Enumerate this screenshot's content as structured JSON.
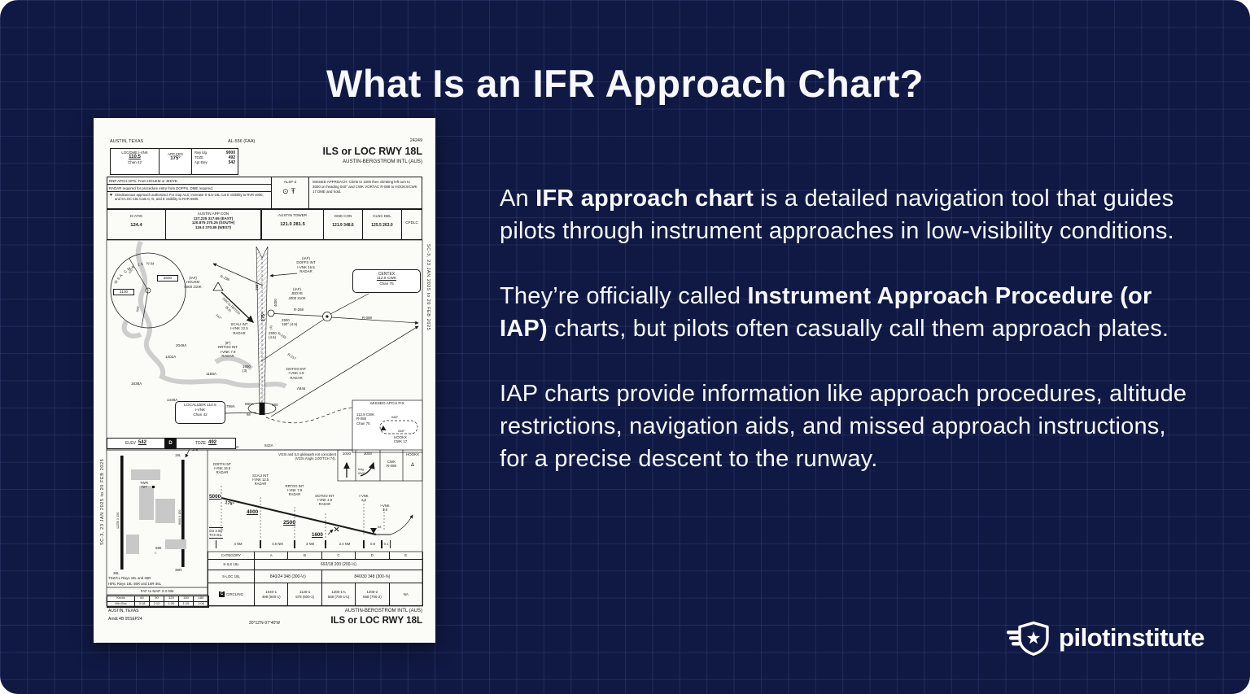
{
  "colors": {
    "bg": "#101943",
    "text": "#f7f8fc",
    "plate": "#fbfbf8",
    "ink": "#1b1b1b"
  },
  "title": "What Is an IFR Approach Chart?",
  "paragraphs": {
    "p1_pre": "An ",
    "p1_bold": "IFR approach chart",
    "p1_post": " is a detailed navigation tool that guides pilots through instrument approaches in low-visibility conditions.",
    "p2_pre": "They’re officially called ",
    "p2_bold": "Instrument Approach Procedure (or IAP)",
    "p2_post": " charts, but pilots often casually call them approach plates.",
    "p3": "IAP charts provide information like approach procedures, altitude restrictions, navigation aids, and missed approach instructions, for a precise descent to the runway."
  },
  "logo": {
    "text": "pilotinstitute"
  },
  "icons": {
    "inop_triangle": "▼",
    "alsf_circle": "⊙",
    "alsf_bar": "Ŧ",
    "up_arrow": "↑",
    "hold_triangle": "Δ",
    "star": "☆",
    "tower_square": "▪"
  },
  "plate": {
    "edge": {
      "left": "SC-3,  23 JAN 2025  to  20 FEB 2025",
      "right": "SC-3,  23 JAN 2025  to  20 FEB 2025"
    },
    "header": {
      "city": "AUSTIN, TEXAS",
      "chart_code": "AL-556 (FAA)",
      "serial": "24249",
      "loc_label": "LOC/DME I-VNK",
      "loc_freq": "110.5",
      "loc_chan": "Chan 42",
      "crs_label": "APP CRS",
      "crs_value": "175°",
      "rwy_ldg_label": "Rwy ldg",
      "rwy_ldg": "9000",
      "tdze_label": "TDZE",
      "tdze": "492",
      "apt_elev_label": "Apt Elev",
      "apt_elev": "542",
      "proc_title": "ILS or LOC RWY 18L",
      "airport": "AUSTIN-BERGSTROM INTL (AUS)"
    },
    "briefing": {
      "note1": "RNP APCH-GPS.  From HOUKM or JEDYE.",
      "note2": "RADAR required for procedure entry from DOFFS.  DME required.",
      "note3": "Simultaneous approach authorized.  For inop ALS, increase S-ILS-18L Cat E visibility to RVR 4000, and S-LOC-18L Cats C, D, and E visibility to RVR 5500.",
      "als": "ALSF-2",
      "missed": "MISSED APPROACH: Climb to 1000 then climbing left turn to 3000 on heading 040° and CWK VORTAC R-088 to HOOKX/CWK 17 DME and hold."
    },
    "comm": {
      "atis_label": "D-ATIS",
      "atis": "124.4",
      "app_label": "AUSTIN APP CON",
      "app1": "127.225  317.65 (EAST)",
      "app2": "120.875  270.25 (SOUTH)",
      "app3": "119.0  370.85 (WEST)",
      "twr_label": "AUSTIN TOWER",
      "twr": "121.0  281.5",
      "gnd_label": "GND CON",
      "gnd": "121.9  348.6",
      "clnc_label": "CLNC DEL",
      "clnc": "125.5  263.0",
      "cpdlc": "CPDLC"
    },
    "plan": {
      "msa_arc": "MSA  CWK  25  NM",
      "msa_1": "3100",
      "msa_2": "2600",
      "msa_b1": "120°",
      "msa_b2": "025°",
      "r296": "R-296",
      "feather_358": "358°",
      "feather_4000": "4000",
      "feather_175": "175°",
      "feather_4": "(4)",
      "houkm": "(IAF)\nHOUKM\n5000  210K",
      "houkm_route": "2500 to RRTOO\n(8.6)",
      "houkm_crs": "142°",
      "doffs": "(IAF)\nDOFFS INT\nI-VNK 16.5\nRADAR",
      "centex_name": "CENTEX",
      "centex_freq": "112.8  CWK",
      "centex_chan": "Chan 75",
      "jedye": "(IAF)\nJEDYE\n4000  210K",
      "r268": "R-268",
      "r088": "R-088",
      "r233": "R-233",
      "r217": "R-217",
      "jedye_alt": "2500\n190° (4.5)",
      "scali": "SCALI INT\nI-VNK 12.5\nRADAR",
      "scali_alt": "2500\n(4.6)",
      "rrtoo": "(IF)\nRRTOO INT\nI-VNK 7.9\nRADAR",
      "rrtoo_alt": "1600\n(3)",
      "dotoo": "DOTOO INT\nI-VNK 4.9\nRADAR",
      "obst_846": "Λ846",
      "obstacles": [
        "2049Λ",
        "1402Λ",
        "1638Λ",
        "1158Λ",
        "1448Λ",
        "799Λ",
        "580Λ",
        "580",
        "819Λ",
        "842Λ"
      ],
      "localizer_l1": "LOCALIZER  110.5",
      "localizer_l2": "I-VNK",
      "localizer_l3": "Chan 42",
      "im": "IM",
      "missed_fix_title": "MISSED APCH FIX",
      "missed_fix_nav": "112.8 CWK\nR-088\nChan 75",
      "hold_in": "088°",
      "hold_out": "268°",
      "hold_fix": "HOOKX\nCWK 17"
    },
    "sketch": {
      "hdg": "175°",
      "elev_label": "ELEV",
      "elev": "542",
      "d_badge": "D",
      "tdze_label": "TDZE",
      "tdze": "492",
      "twr": "TWR\n727",
      "spot": "680",
      "rwy_18l": "18L",
      "rwy_36l": "36L",
      "rwy_36r": "36R",
      "dim_left": "12250 X 150",
      "dim_right": "9000 X 150",
      "note1": "TDZ/CL Rwys 18L and 36R",
      "note2": "HIRL Rwys 18L-36R and 18R-36L",
      "faf_map": "FAF to MAP  3.3 NM",
      "speed_header": [
        "Knots",
        "60",
        "90",
        "120",
        "150",
        "180"
      ],
      "speed_row": [
        "Min:Sec",
        "3:18",
        "2:12",
        "1:39",
        "1:19",
        "1:06"
      ]
    },
    "profile": {
      "vgsi": "VGSI and ILS glidepath not coincident\n(VGSI Angle 3.00/TCH 74).",
      "ma1": "1000",
      "ma2": "3000",
      "ma2b": "hdg\n040°",
      "ma3": "CWK\nR-088",
      "ma4": "HOOKX",
      "doffs": "DOFFS INT\nI-VNK 16.5\nRADAR",
      "scali": "SCALI INT\nI-VNK 12.5\nRADAR",
      "rrtoo": "RRTOO INT\nI-VNK 7.9\nRADAR",
      "dotoo": "DOTOO INT\nI-VNK 4.9\nRADAR",
      "vnk25": "I-VNK\n2.5",
      "vnk16": "I-VNK\n1.6",
      "alt5000": "5000",
      "crs": "175°",
      "alt4000": "4000",
      "alt2500": "2500",
      "alt1600": "1600",
      "gs": "GS 3.00°\nTCH 61",
      "im": "IM",
      "dist": [
        "4 NM",
        "4.6 NM",
        "3 NM",
        "2.4 NM",
        "0.8",
        "0.1"
      ]
    },
    "minimums": {
      "category_label": "CATEGORY",
      "cats": [
        "A",
        "B",
        "C",
        "D",
        "E"
      ],
      "sils_label": "S-ILS 18L",
      "sils": "692/18  200 (200-½)",
      "sloc_label": "S-LOC 18L",
      "sloc_ab": "840/24  348 (300-½)",
      "sloc_cde": "840/30  348 (300-⅝)",
      "circ_badge": "C",
      "circ_label": "CIRCLING",
      "circ": [
        "1040-1\n498 (500-1)",
        "1120-1\n578 (600-1)",
        "1200-1¾\n658 (700-1¾)",
        "1200-2\n658 (700-2)",
        "NA"
      ]
    },
    "footer": {
      "city": "AUSTIN, TEXAS",
      "amdt": "Amdt 4B  05SEP24",
      "coords": "30°12'N-97°40'W",
      "airport": "AUSTIN-BERGSTROM INTL (AUS)",
      "proc": "ILS or LOC RWY 18L"
    }
  }
}
